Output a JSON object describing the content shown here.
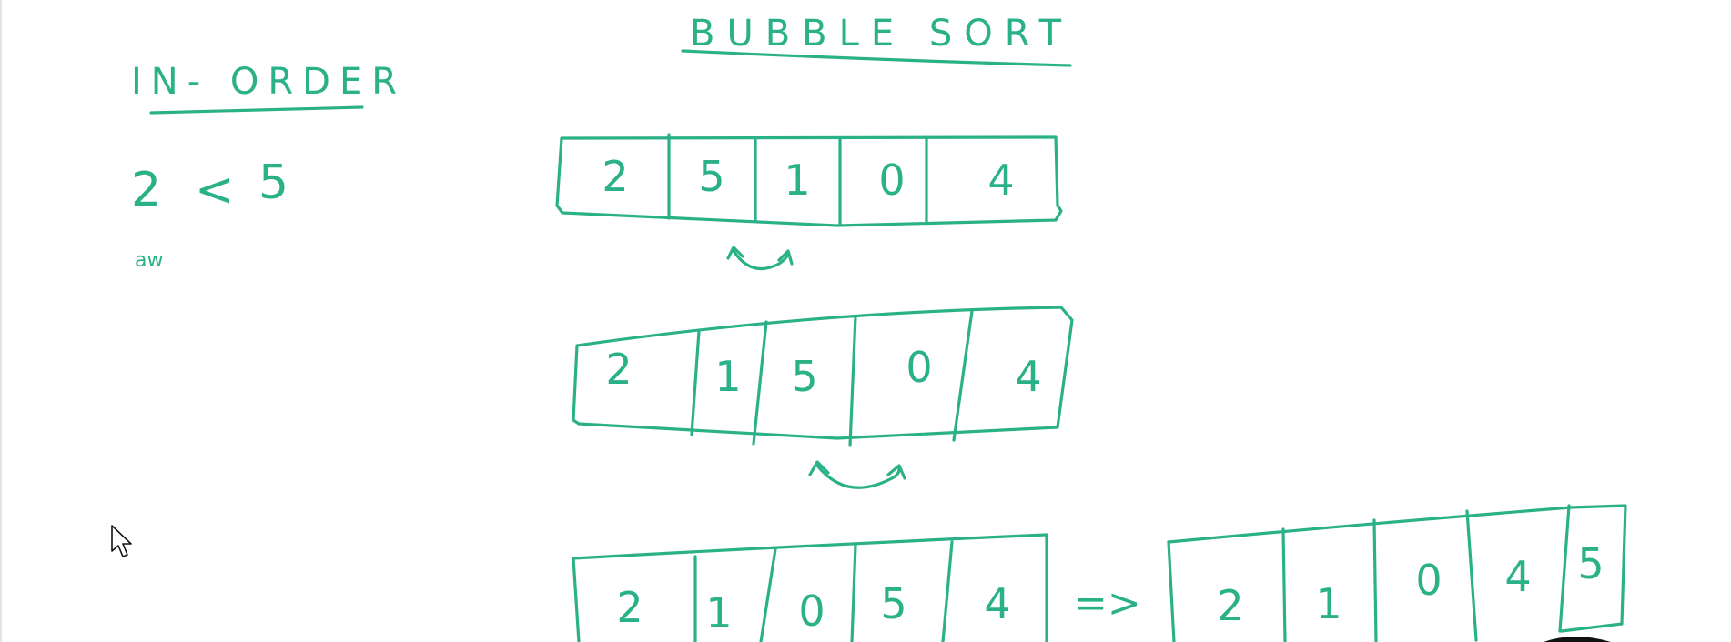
{
  "title": "BUBBLE  SORT",
  "side_note": {
    "heading": "IN- ORDER",
    "comparison": [
      "2",
      "<",
      "5"
    ],
    "scribble": "aw"
  },
  "implies_symbol": "=>",
  "arrays": {
    "row1": [
      "2",
      "5",
      "1",
      "0",
      "4"
    ],
    "row2": [
      "2",
      "1",
      "5",
      "0",
      "4"
    ],
    "row3": [
      "2",
      "1",
      "0",
      "5",
      "4"
    ],
    "row4": [
      "2",
      "1",
      "0",
      "4",
      "5"
    ]
  },
  "swap_arrows": [
    {
      "between": [
        "5",
        "1"
      ]
    },
    {
      "between": [
        "5",
        "0"
      ]
    }
  ],
  "ink_color": "#2bb187",
  "cursor": "arrow-pointer"
}
